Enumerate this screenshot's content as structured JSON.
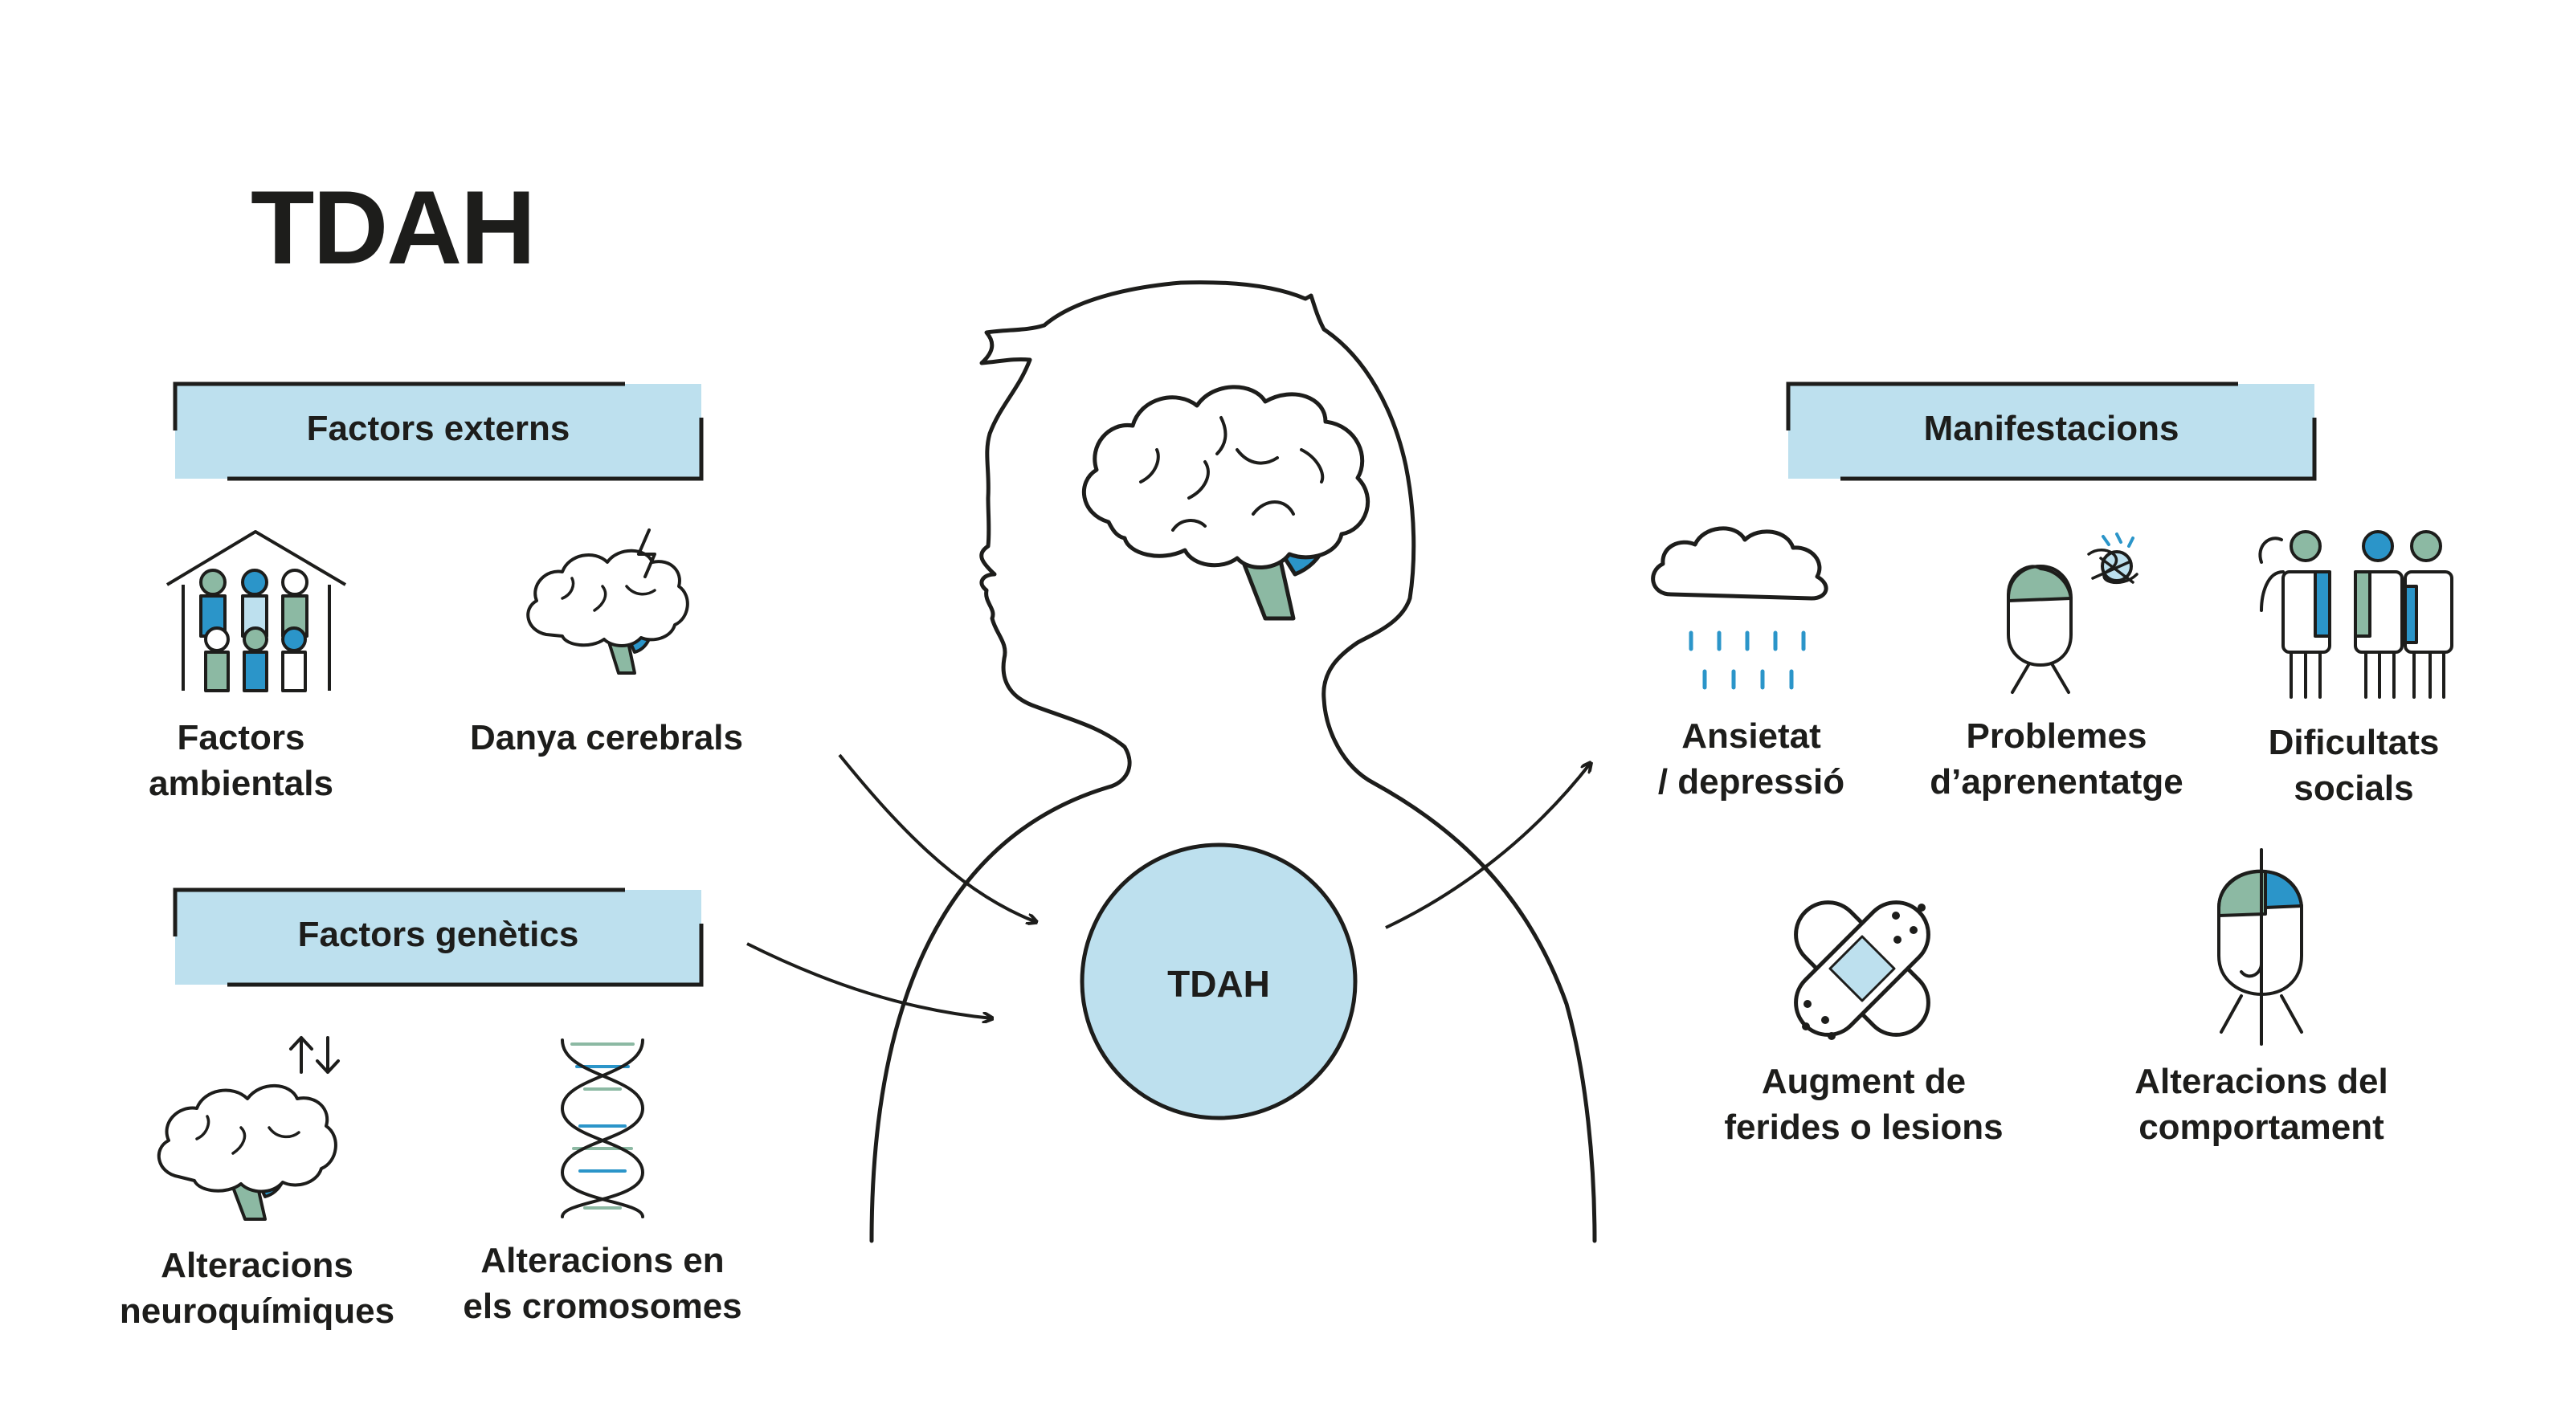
{
  "title": "TDAH",
  "colors": {
    "ink": "#1d1d1b",
    "light_blue": "#bde0ee",
    "accent_blue": "#2b95c9",
    "sage": "#8cb9a3"
  },
  "sections": {
    "external": "Factors externs",
    "genetic": "Factors genètics",
    "manifestations": "Manifestacions"
  },
  "external_items": [
    {
      "icon": "house-family-icon",
      "label": "Factors\nambientals"
    },
    {
      "icon": "brain-lightning-icon",
      "label": "Danya cerebrals"
    }
  ],
  "genetic_items": [
    {
      "icon": "brain-arrows-icon",
      "label": "Alteracions\nneuroquímiques"
    },
    {
      "icon": "dna-icon",
      "label": "Alteracions en\nels cromosomes"
    }
  ],
  "center": {
    "label": "TDAH",
    "icon": "head-silhouette-icon"
  },
  "manifestation_items": [
    {
      "icon": "rain-cloud-icon",
      "label": "Ansietat\n/ depressió"
    },
    {
      "icon": "confused-head-icon",
      "label": "Problemes\nd’aprenentatge"
    },
    {
      "icon": "people-icon",
      "label": "Dificultats\nsocials"
    },
    {
      "icon": "bandage-icon",
      "label": "Augment de\nferides o lesions"
    },
    {
      "icon": "split-face-icon",
      "label": "Alteracions del\ncomportament"
    }
  ]
}
